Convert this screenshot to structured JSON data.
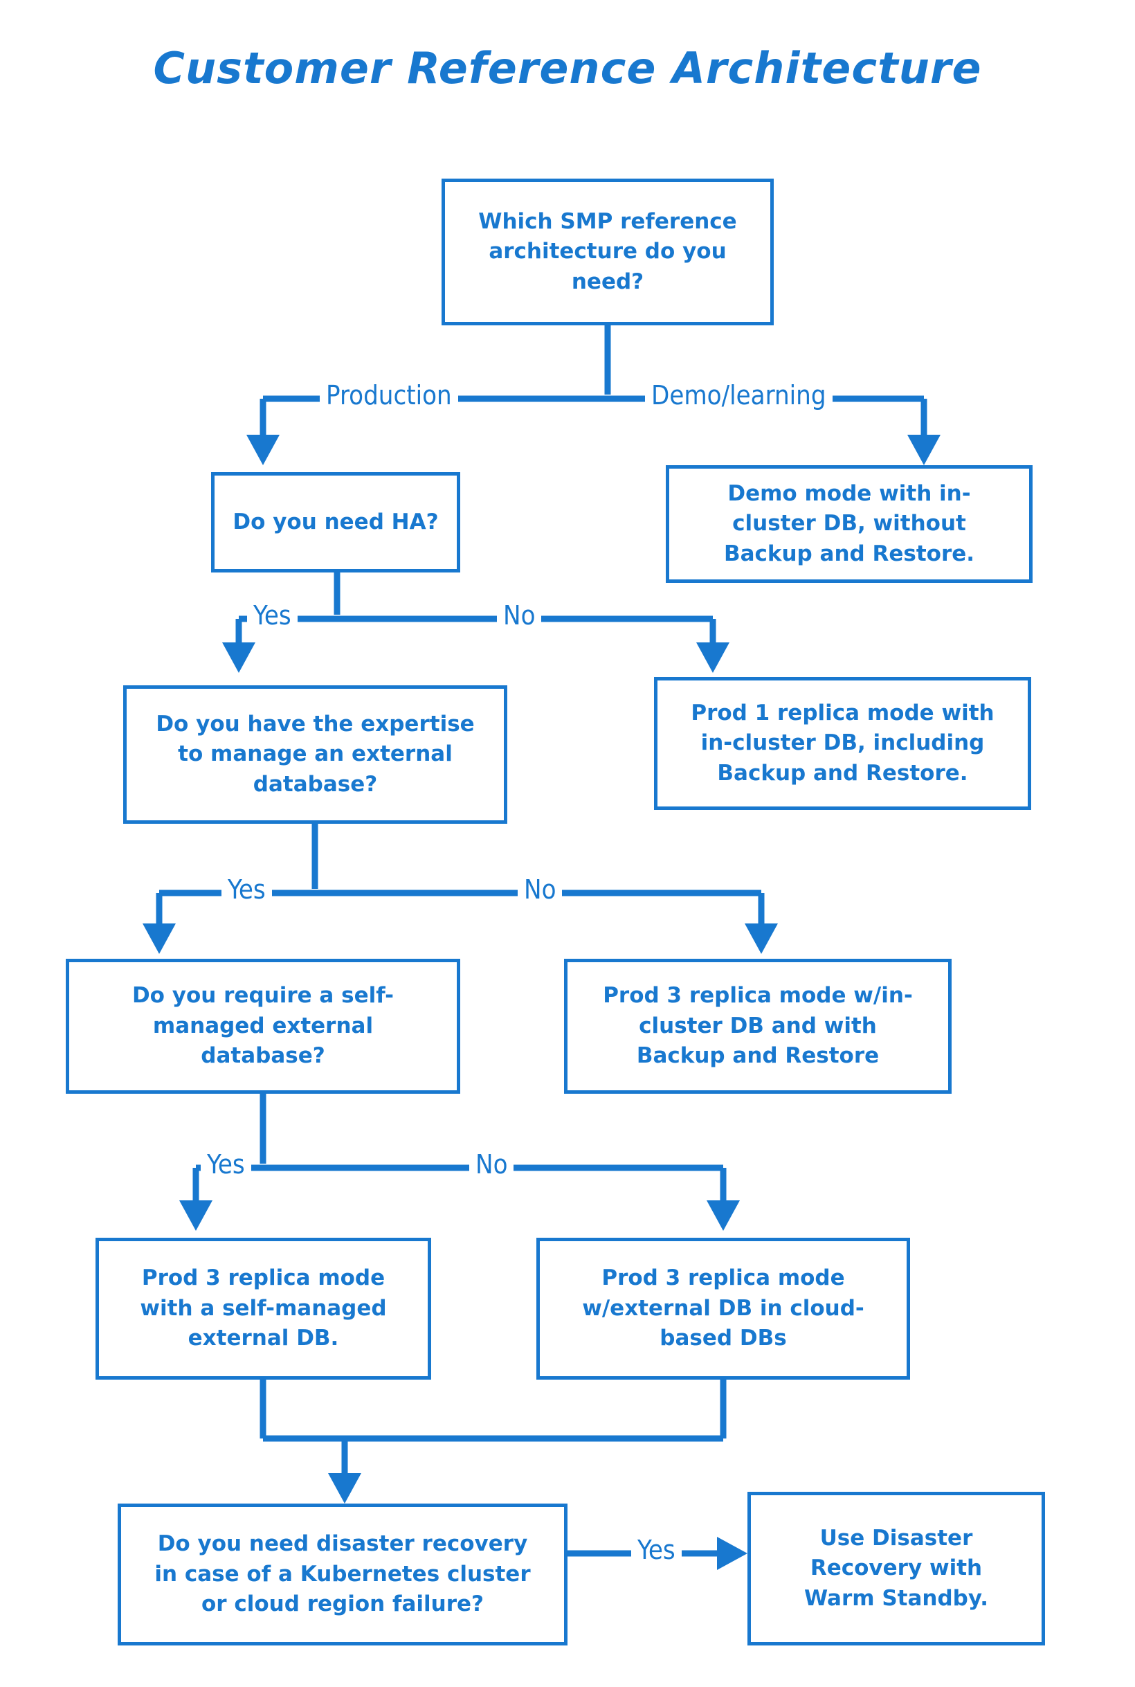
{
  "title": "Customer Reference Architecture",
  "theme": {
    "accent": "#1878cf",
    "background": "#ffffff"
  },
  "nodes": [
    {
      "id": "q-root",
      "kind": "decision",
      "label": "Which SMP reference\narchitecture do you\nneed?"
    },
    {
      "id": "q-ha",
      "kind": "decision",
      "label": "Do you need HA?"
    },
    {
      "id": "r-demo",
      "kind": "result",
      "label": "Demo mode with in-\ncluster DB, without\nBackup and Restore."
    },
    {
      "id": "q-expertise",
      "kind": "decision",
      "label": "Do you have the expertise\nto manage an external\ndatabase?"
    },
    {
      "id": "r-prod1",
      "kind": "result",
      "label": "Prod 1 replica mode with\nin-cluster DB, including\nBackup and Restore."
    },
    {
      "id": "q-selfmgd",
      "kind": "decision",
      "label": "Do you require a self-\nmanaged external\ndatabase?"
    },
    {
      "id": "r-prod3-inc",
      "kind": "result",
      "label": "Prod 3 replica mode w/in-\ncluster DB and with\nBackup and Restore"
    },
    {
      "id": "r-prod3-self",
      "kind": "result",
      "label": "Prod 3 replica mode\nwith a self-managed\nexternal DB."
    },
    {
      "id": "r-prod3-cld",
      "kind": "result",
      "label": "Prod 3 replica mode\nw/external DB in cloud-\nbased DBs"
    },
    {
      "id": "q-dr",
      "kind": "decision",
      "label": "Do you need disaster recovery\nin case of a Kubernetes cluster\nor cloud region failure?"
    },
    {
      "id": "r-warm",
      "kind": "result",
      "label": "Use Disaster\nRecovery with\nWarm Standby."
    }
  ],
  "edge_labels": [
    {
      "id": "e-production",
      "label": "Production"
    },
    {
      "id": "e-demo",
      "label": "Demo/learning"
    },
    {
      "id": "e-ha-yes",
      "label": "Yes"
    },
    {
      "id": "e-ha-no",
      "label": "No"
    },
    {
      "id": "e-exp-yes",
      "label": "Yes"
    },
    {
      "id": "e-exp-no",
      "label": "No"
    },
    {
      "id": "e-self-yes",
      "label": "Yes"
    },
    {
      "id": "e-self-no",
      "label": "No"
    },
    {
      "id": "e-dr-yes",
      "label": "Yes"
    }
  ]
}
